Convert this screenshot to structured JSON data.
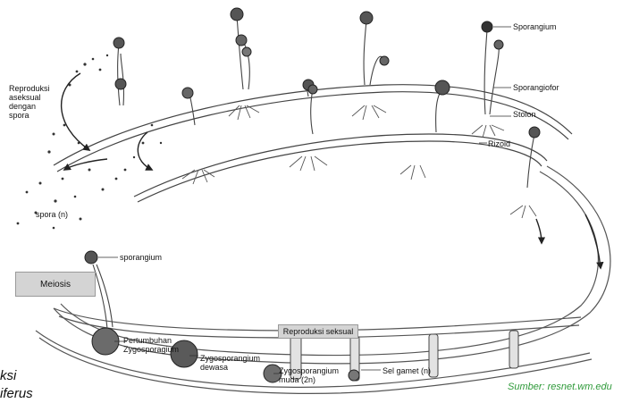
{
  "labels": {
    "sporangium_top": "Sporangium",
    "sporangiofor": "Sporangiofor",
    "stolon": "Stolon",
    "rizoid": "Rizoid",
    "reproduksi_aseksual": [
      "Reproduksi",
      "aseksual",
      "dengan",
      "spora"
    ],
    "spora": "spora (n)",
    "sporangium_bottom": "sporangium",
    "pertumbuhan": [
      "Pertumbuhan",
      "Zygosporagium"
    ],
    "zygo_dewasa": [
      "Zygosporangium",
      "dewasa"
    ],
    "zygo_muda": [
      "Zygosporangium",
      "muda (2n)"
    ],
    "sel_gamet": "Sel gamet (n)"
  },
  "boxes": {
    "meiosis": "Meiosis",
    "reproduksi_seksual": "Reproduksi seksual"
  },
  "caption_fragments": [
    "ksi",
    "iferus"
  ],
  "source": "Sumber: resnet.wm.edu",
  "colors": {
    "line": "#3a3a3a",
    "fill_light": "#f2f2f2",
    "source_green": "#2f9a3a",
    "box": "#d4d4d4"
  }
}
